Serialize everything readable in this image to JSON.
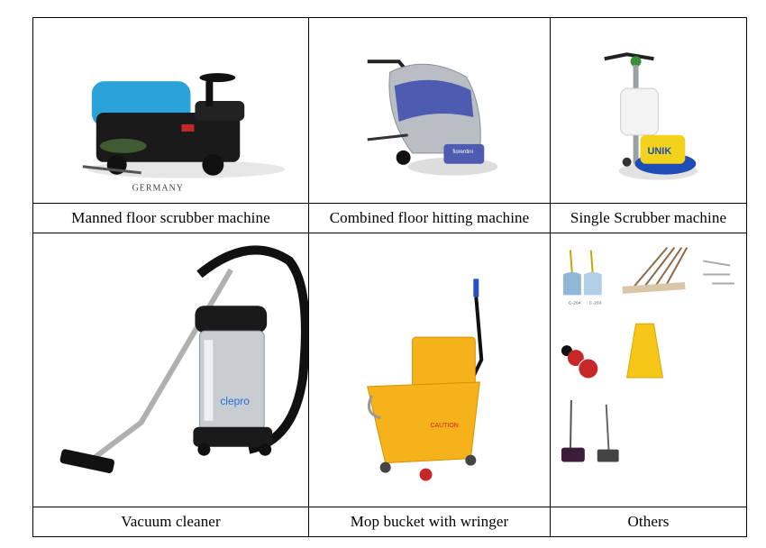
{
  "cells": [
    {
      "caption": "Manned floor scrubber machine",
      "image_text": "GERMANY"
    },
    {
      "caption": "Combined floor hitting machine",
      "image_text": "fiorentini"
    },
    {
      "caption": "Single Scrubber machine",
      "image_text": "UNIK"
    },
    {
      "caption": "Vacuum cleaner",
      "image_text": "clepro"
    },
    {
      "caption": "Mop bucket with wringer",
      "image_text": "CAUTION"
    },
    {
      "caption": "Others",
      "image_text": [
        "C-204",
        "C-203"
      ]
    }
  ]
}
